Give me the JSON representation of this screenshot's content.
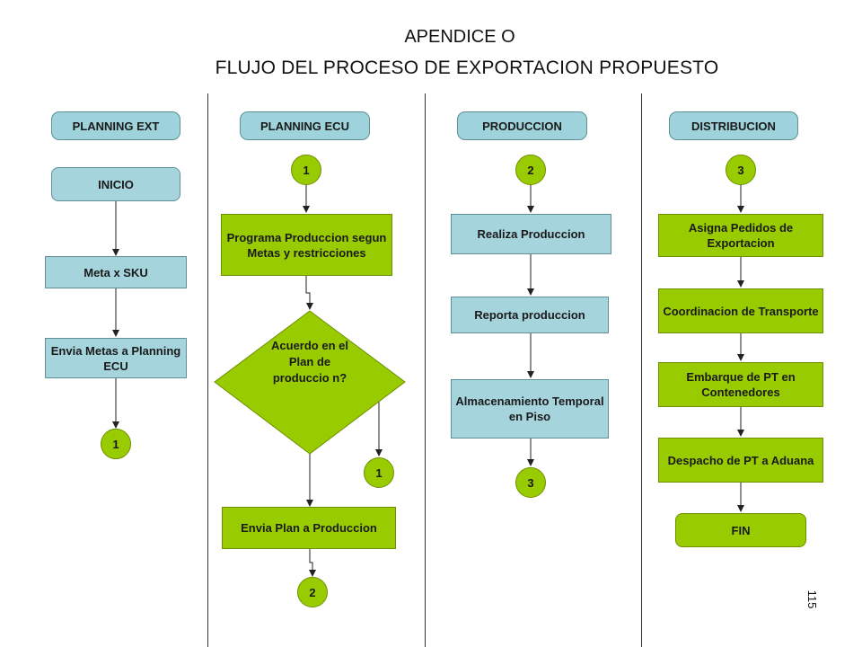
{
  "header": {
    "title": "APENDICE O",
    "subtitle": "FLUJO DEL PROCESO DE EXPORTACION PROPUESTO"
  },
  "lanes": [
    {
      "label": "PLANNING EXT"
    },
    {
      "label": "PLANNING ECU"
    },
    {
      "label": "PRODUCCION"
    },
    {
      "label": "DISTRIBUCION"
    }
  ],
  "planning_ext": {
    "start": "INICIO",
    "step1": "Meta x SKU",
    "step2": "Envia Metas a Planning ECU",
    "connector": "1"
  },
  "planning_ecu": {
    "connector_in": "1",
    "step1": "Programa Produccion segun Metas y restricciones",
    "decision": "Acuerdo en el Plan de produccio n?",
    "loop_connector": "1",
    "step2": "Envia Plan a Produccion",
    "connector_out": "2"
  },
  "produccion": {
    "connector_in": "2",
    "step1": "Realiza Produccion",
    "step2": "Reporta produccion",
    "step3": "Almacenamiento Temporal en Piso",
    "connector_out": "3"
  },
  "distribucion": {
    "connector_in": "3",
    "step1": "Asigna Pedidos de Exportacion",
    "step2": "Coordinacion de Transporte",
    "step3": "Embarque de PT en Contenedores",
    "step4": "Despacho de PT a Aduana",
    "end": "FIN"
  },
  "page_number": "115",
  "colors": {
    "lane_header": "#9fd3db",
    "process_green": "#99cc00",
    "line": "#333333"
  }
}
